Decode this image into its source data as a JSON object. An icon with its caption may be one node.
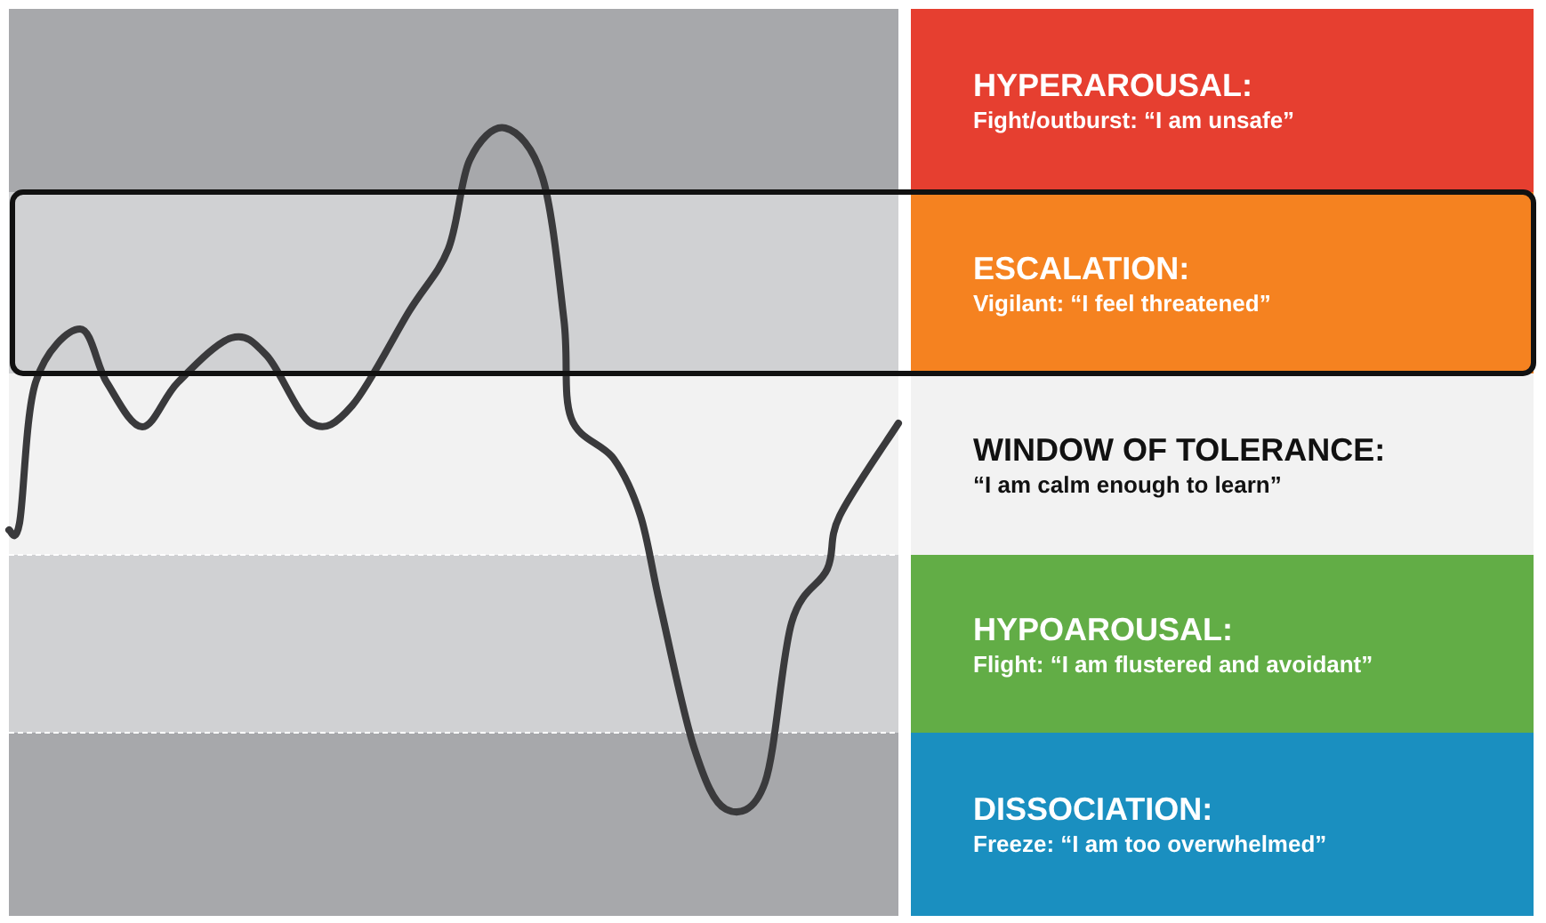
{
  "diagram": {
    "nodes": [
      {
        "text": [
          "HYPERAROUSAL:",
          "Fight/outburst: “I am unsafe”"
        ]
      },
      {
        "text": [
          "ESCALATION:",
          "Vigilant: “I feel threatened”"
        ]
      },
      {
        "text": [
          "WINDOW OF TOLERANCE:",
          "“I am calm enough to learn”"
        ]
      },
      {
        "text": [
          "HYPOAROUSAL:",
          "Flight: “I am flustered and avoidant”"
        ]
      },
      {
        "text": [
          "DISSOCIATION:",
          "Freeze: “I am too overwhelmed”"
        ]
      }
    ]
  }
}
